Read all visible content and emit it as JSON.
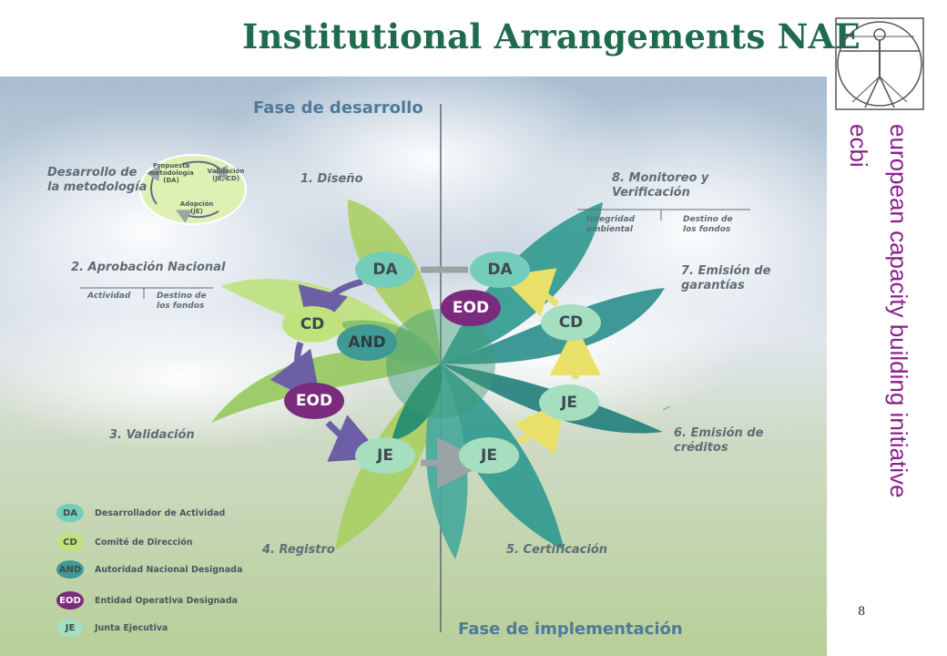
{
  "slide": {
    "title": "Institutional Arrangements NAE",
    "page_number": "8",
    "org_line1": "european capacity building initiative",
    "org_line2": "ecbi"
  },
  "diagram": {
    "phase_top": "Fase de desarrollo",
    "phase_bottom": "Fase de implementación",
    "steps": {
      "s1": "1. Diseño",
      "s2": "2. Aprobación Nacional",
      "s2_sub_left": "Actividad",
      "s2_sub_right": "Destino de los fondos",
      "s3": "3. Validación",
      "s4": "4. Registro",
      "s5": "5. Certificación",
      "s6": "6. Emisión de créditos",
      "s7": "7. Emisión de garantías",
      "s8": "8. Monitoreo y Verificación",
      "s8_sub_left": "Integridad ambiental",
      "s8_sub_right": "Destino de los fondos",
      "method": "Desarrollo de la metodología"
    },
    "mini_cycle": {
      "a": "Propuesta metodología (DA)",
      "b": "Validación (JE, CD)",
      "c": "Adopción (JE)"
    },
    "nodes": {
      "l_da": "DA",
      "l_cd": "CD",
      "l_and": "AND",
      "l_eod": "EOD",
      "l_je": "JE",
      "r_da": "DA",
      "r_eod": "EOD",
      "r_cd": "CD",
      "r_je1": "JE",
      "r_je2": "JE"
    },
    "legend": [
      {
        "abbr": "DA",
        "text": "Desarrollador de Actividad",
        "color": "#74cdbb"
      },
      {
        "abbr": "CD",
        "text": "Comité de Dirección",
        "color": "#bfe27c"
      },
      {
        "abbr": "AND",
        "text": "Autoridad Nacional Designada",
        "color": "#3f9a95"
      },
      {
        "abbr": "EOD",
        "text": "Entidad Operativa Designada",
        "color": "#7a2b7d"
      },
      {
        "abbr": "JE",
        "text": "Junta Ejecutiva",
        "color": "#a6dec0"
      }
    ]
  }
}
